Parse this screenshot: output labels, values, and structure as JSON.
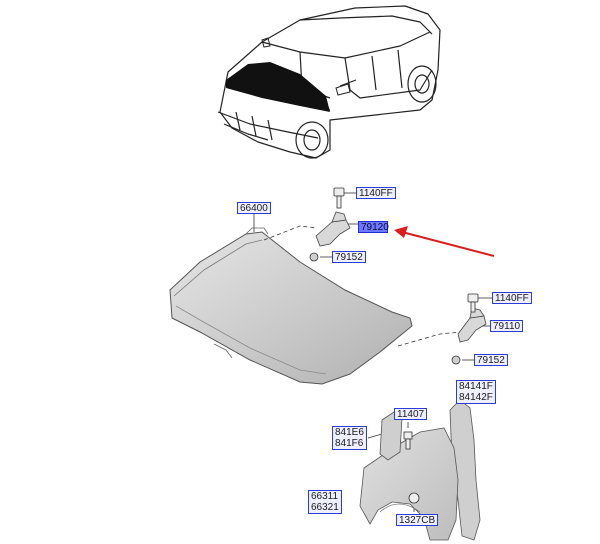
{
  "callouts": {
    "c66400": "66400",
    "c1140ff_top": "1140FF",
    "c79120": "79120",
    "c79152_left": "79152",
    "c1140ff_right": "1140FF",
    "c79110": "79110",
    "c79152_right": "79152",
    "c84141f_a": "84141F",
    "c84141f_b": "84142F",
    "c11407": "11407",
    "c841e6_a": "841E6",
    "c841e6_b": "841F6",
    "c66311_a": "66311",
    "c66311_b": "66321",
    "c1327cb": "1327CB"
  },
  "highlighted_part": "79120",
  "colors": {
    "callout_border": "#2a3bd6",
    "callout_fill": "#eef0ff",
    "highlight_fill": "#6f79ff",
    "arrow": "#d81e1e",
    "part_fill": "#cfcfcf",
    "line": "#333333"
  },
  "icons": {
    "vehicle": "suv-outline-icon",
    "hood": "hood-panel-icon",
    "hinge": "hinge-icon",
    "bolt": "bolt-icon",
    "fender": "fender-icon",
    "arrow": "red-pointer-arrow-icon"
  }
}
